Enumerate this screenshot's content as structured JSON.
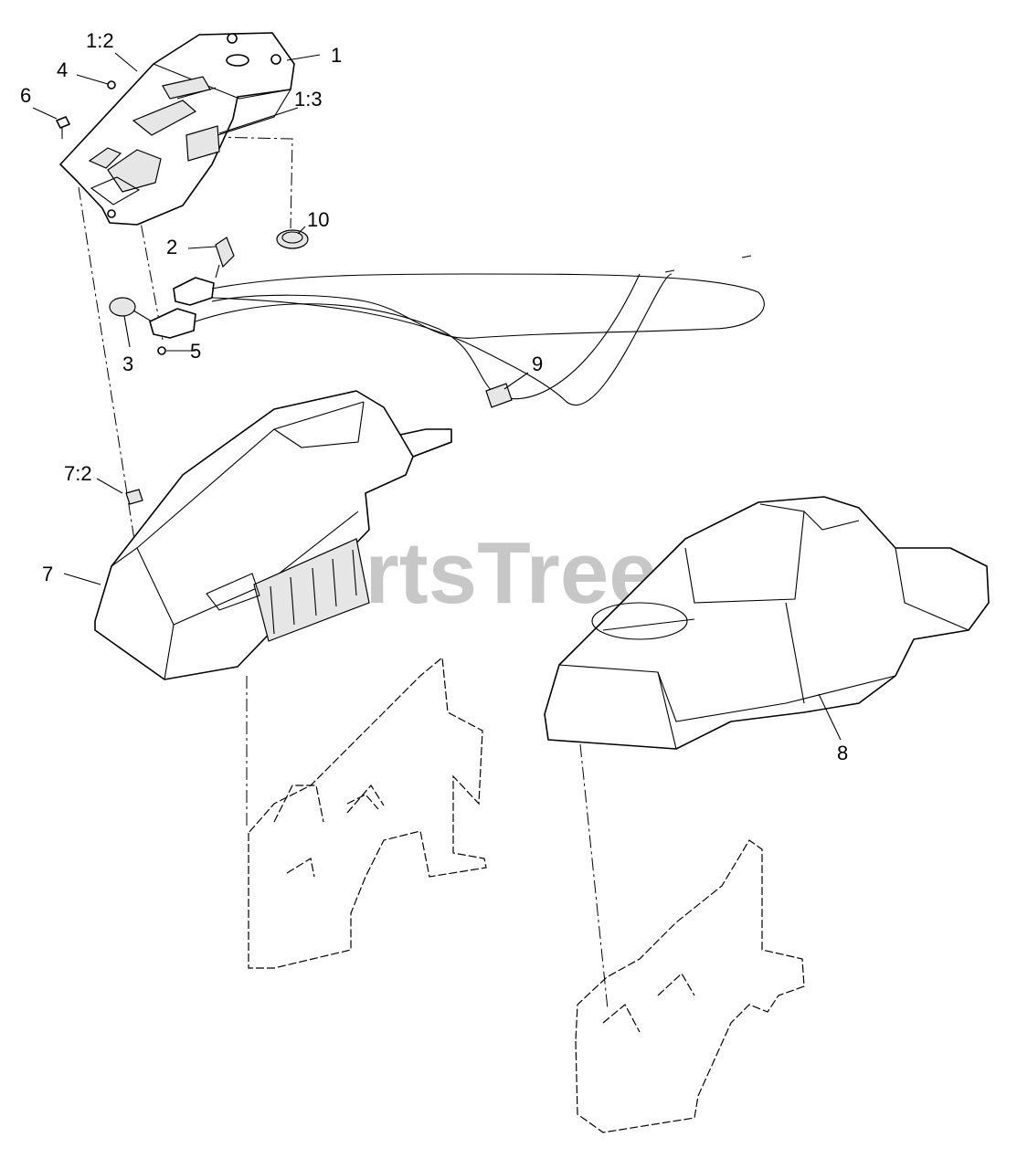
{
  "watermark": {
    "text": "PartsTree",
    "tm": "TM"
  },
  "callouts": [
    {
      "id": "1",
      "text": "1"
    },
    {
      "id": "1-2",
      "text": "1:2"
    },
    {
      "id": "1-3",
      "text": "1:3"
    },
    {
      "id": "2",
      "text": "2"
    },
    {
      "id": "3",
      "text": "3"
    },
    {
      "id": "4",
      "text": "4"
    },
    {
      "id": "5",
      "text": "5"
    },
    {
      "id": "6",
      "text": "6"
    },
    {
      "id": "7",
      "text": "7"
    },
    {
      "id": "7-2",
      "text": "7:2"
    },
    {
      "id": "8",
      "text": "8"
    },
    {
      "id": "9",
      "text": "9"
    },
    {
      "id": "10",
      "text": "10"
    }
  ]
}
